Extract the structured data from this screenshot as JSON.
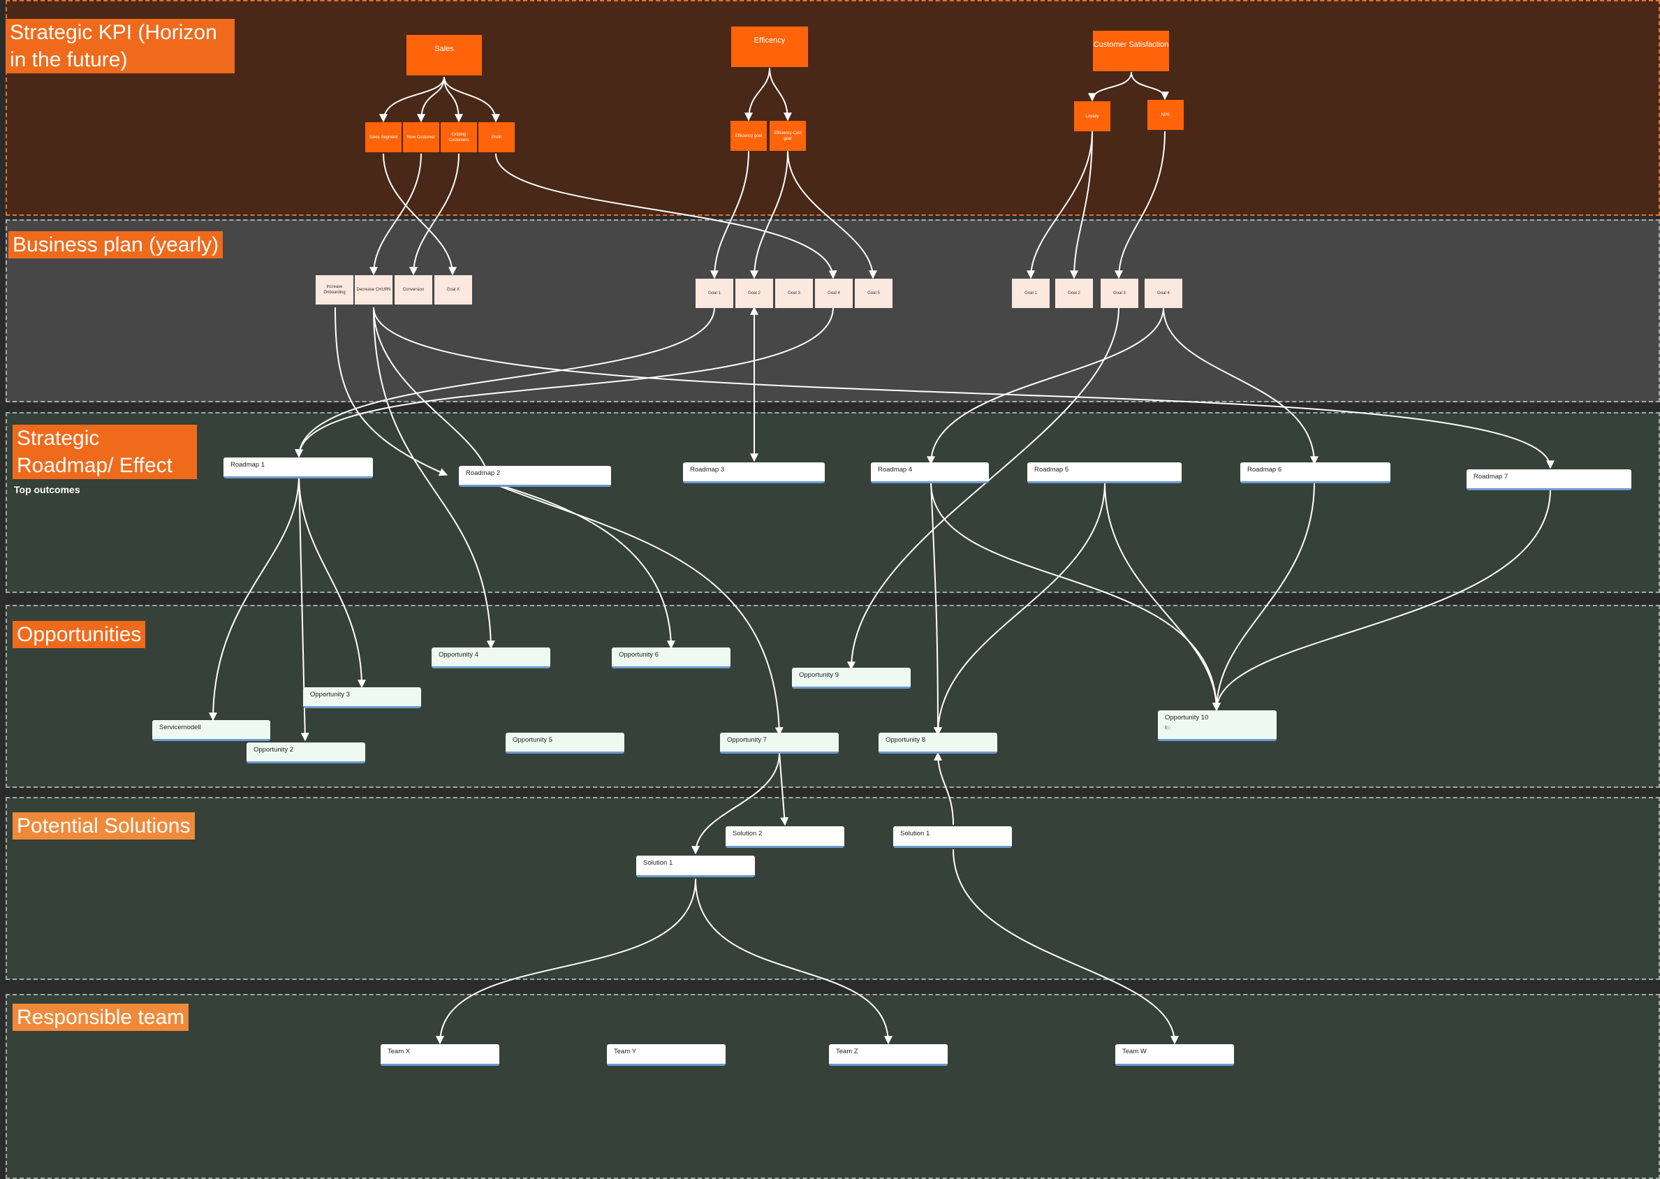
{
  "bands": {
    "kpi": "Strategic KPI (Horizon in the future)",
    "business_plan": "Business plan (yearly)",
    "roadmap": "Strategic Roadmap/ Effect",
    "roadmap_sub": "Top outcomes",
    "opportunities": "Opportunities",
    "solutions": "Potential Solutions",
    "team": "Responsible team"
  },
  "kpi": {
    "sales": {
      "label": "Sales",
      "subs": [
        "Sales Segment",
        "New Customer",
        "Existing Customers",
        "Profit"
      ]
    },
    "efficiency": {
      "label": "Efficency",
      "subs": [
        "Efficiency goal",
        "Efficiency Cost goal"
      ]
    },
    "customer": {
      "label": "Customer Satisfaction",
      "subs": [
        "Loyalty",
        "NPS"
      ]
    }
  },
  "business_plan": {
    "sales_goals": [
      "Increase Onboarding",
      "Decrease CHURN",
      "Conversion",
      "Goal X"
    ],
    "efficiency_goals": [
      "Goal 1",
      "Goal 2",
      "Goal 3",
      "Goal 4",
      "Goal 5"
    ],
    "customer_goals": [
      "Goal 1",
      "Goal 2",
      "Goal 3",
      "Goal 4"
    ]
  },
  "roadmaps": [
    "Roadmap 1",
    "Roadmap 2",
    "Roadmap 3",
    "Roadmap 4",
    "Roadmap 5",
    "Roadmap 6",
    "Roadmap 7"
  ],
  "opportunities": {
    "servicemodell": "Servicemodell",
    "op2": "Opportunity 2",
    "op3": "Opportunity 3",
    "op4": "Opportunity 4",
    "op5": "Opportunity 5",
    "op6": "Opportunity 6",
    "op7": "Opportunity 7",
    "op8": "Opportunity 8",
    "op9": "Opportunity 9",
    "op10": "Opportunity 10",
    "op10_tag": "1"
  },
  "solutions": {
    "sol1": "Solution 1",
    "sol2": "Solution 2",
    "sol3": "Solution 1"
  },
  "teams": [
    "Team X",
    "Team Y",
    "Team Z",
    "Team W"
  ],
  "colors": {
    "accent": "#ff640a",
    "kpi_band": "#492817",
    "plan_band": "#474747",
    "lower_bands": "#364139",
    "card_border": "#6d9ad0"
  }
}
